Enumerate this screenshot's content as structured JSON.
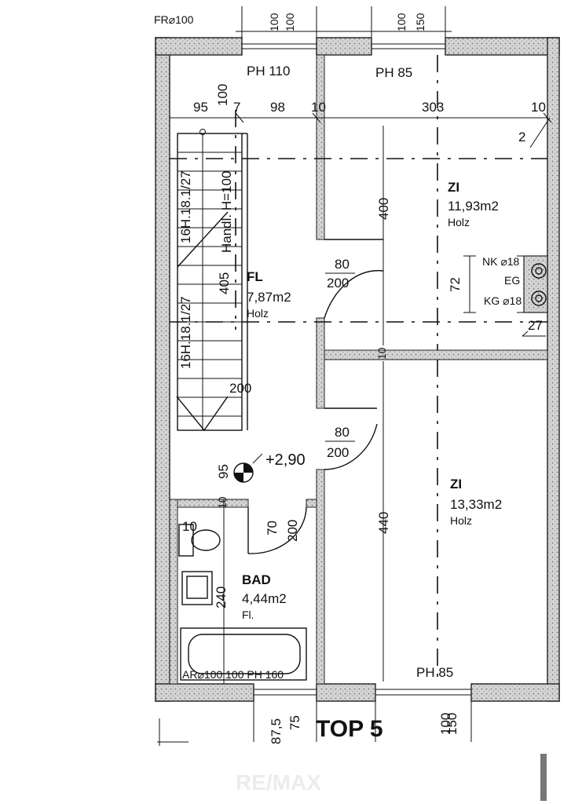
{
  "plan": {
    "title": "TOP 5",
    "watermark": "RE/MAX",
    "corner_label": "FR⌀100",
    "bottom_left_label": "AR⌀100 100 PH 160",
    "top_dims": {
      "left_pair": [
        "100",
        "100"
      ],
      "right_pair": [
        "100",
        "150"
      ]
    },
    "bottom_dims": {
      "left_pair": [
        "87,5",
        "75"
      ],
      "right_pair": [
        "100",
        "150"
      ]
    },
    "ph_labels": [
      "PH 110",
      "PH 85",
      "PH 85"
    ],
    "horiz_dims": [
      "95",
      "7",
      "98",
      "10",
      "303",
      "10"
    ],
    "vert_dims": [
      "100",
      "400",
      "72",
      "440",
      "405",
      "240",
      "95",
      "10",
      "10",
      "27",
      "2",
      "200",
      "10"
    ],
    "stair_labels": [
      "16H.18.1/27",
      "16H.18.1/27",
      "Handl. H=100"
    ],
    "level": "+2,90",
    "doors": [
      {
        "w": "80",
        "h": "200"
      },
      {
        "w": "80",
        "h": "200"
      },
      {
        "w": "70",
        "h": "200"
      }
    ],
    "shaft_labels": [
      "NK ⌀18",
      "EG",
      "KG ⌀18"
    ],
    "rooms": [
      {
        "code": "ZI",
        "area": "11,93m2",
        "floor": "Holz"
      },
      {
        "code": "FL",
        "area": "7,87m2",
        "floor": "Holz"
      },
      {
        "code": "ZI",
        "area": "13,33m2",
        "floor": "Holz"
      },
      {
        "code": "BAD",
        "area": "4,44m2",
        "floor": "Fl."
      }
    ]
  }
}
